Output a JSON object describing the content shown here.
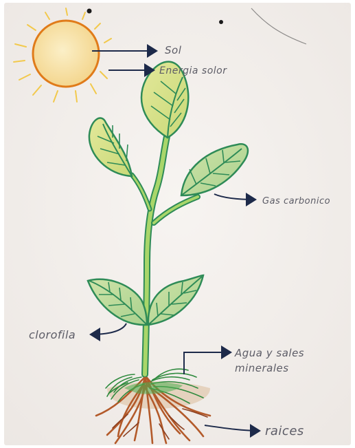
{
  "labels": {
    "sun": "Sol",
    "solar_energy": "Energia solor",
    "carbon_gas": "Gas carbonico",
    "chlorophyll": "clorofila",
    "water_minerals_line1": "Agua y sales",
    "water_minerals_line2": "minerales",
    "roots": "raices"
  },
  "colors": {
    "paper": "#f4f1ee",
    "sun_fill": "#f6e2a0",
    "sun_outline": "#e07b1a",
    "sun_rays": "#f2c94c",
    "leaf_fill": "#d8e28a",
    "leaf_outline": "#2e8b57",
    "stem": "#9ccf62",
    "roots": "#b35a2a",
    "grass": "#2f8a3e",
    "arrow": "#1d2a4a"
  },
  "icons": [
    "sun-icon",
    "plant-icon",
    "roots-icon"
  ]
}
